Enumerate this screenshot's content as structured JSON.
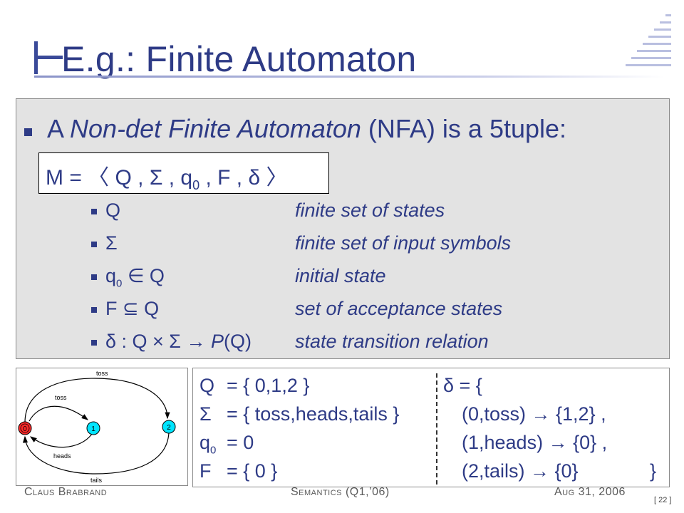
{
  "title": "E.g.: Finite Automaton",
  "intro": {
    "prefix": "A ",
    "emph": "Non-det Finite Automaton",
    "suffix": " (NFA) is a 5tuple:"
  },
  "tuple": {
    "text": "M  =  〈 Q ,  Σ ,  q",
    "sub": "0",
    "rest": " , F ,  δ 〉"
  },
  "components": [
    {
      "symbol": "Q",
      "description": "finite set of states"
    },
    {
      "symbol": "Σ",
      "description": "finite set of input symbols"
    },
    {
      "symbol": "q",
      "symbol_sub": "0",
      "symbol_rest": "  ∈  Q",
      "description": "initial state"
    },
    {
      "symbol": "F  ⊆  Q",
      "description": "set of acceptance states"
    },
    {
      "symbol": "δ  :  Q  ×  Σ  →  ",
      "symbol_italic": "P",
      "symbol_rest": "(Q)",
      "description": "state transition relation"
    }
  ],
  "diagram": {
    "states": [
      "0",
      "1",
      "2"
    ],
    "transitions": [
      "toss",
      "toss",
      "heads",
      "tails"
    ]
  },
  "definitions": {
    "left": [
      {
        "name": "Q",
        "value": "=  { 0,1,2 }"
      },
      {
        "name": "Σ",
        "value": "=  { toss,heads,tails }"
      },
      {
        "name": "q",
        "name_sub": "0",
        "value": "=  0"
      },
      {
        "name": "F",
        "value": "=  { 0 }"
      }
    ],
    "right": [
      "δ  =  {",
      "(0,toss)  →  {1,2} ,",
      "(1,heads)  →  {0} ,",
      "(2,tails)  →  {0}"
    ],
    "closing_brace": "}"
  },
  "footer": {
    "author": "Claus Brabrand",
    "course": "Semantics (Q1,’06)",
    "date": "Aug 31, 2006",
    "page": "[ 22 ]"
  },
  "colors": {
    "accent": "#2e3b86",
    "panel": "#e3e3e3",
    "state_initial": "#ff2a2a",
    "state": "#00e5ff"
  }
}
